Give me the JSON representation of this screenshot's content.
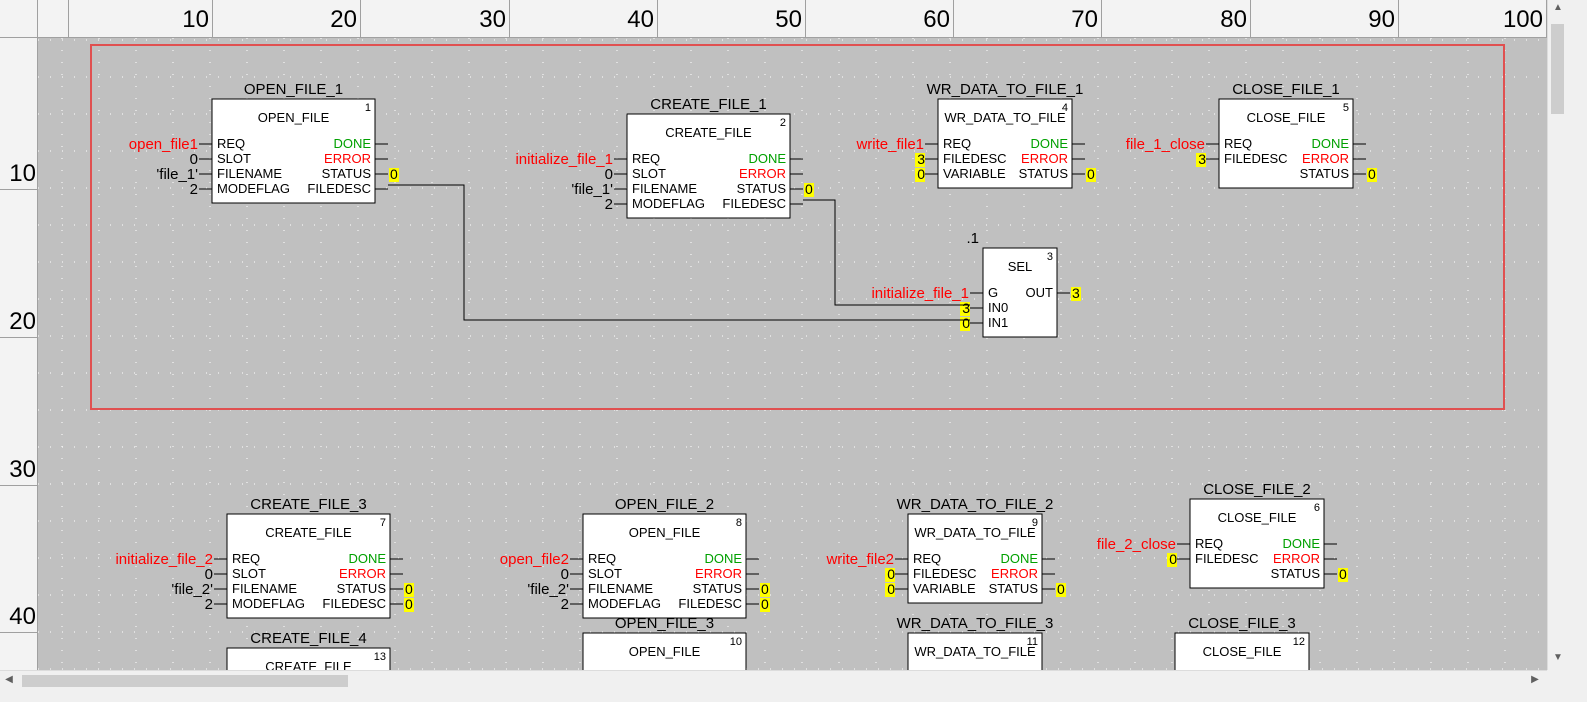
{
  "ruler": {
    "columns": [
      "10",
      "20",
      "30",
      "40",
      "50",
      "60",
      "70",
      "80",
      "90",
      "100"
    ],
    "rows": [
      "10",
      "20",
      "30",
      "40"
    ]
  },
  "colors": {
    "canvas": "#c0c0c0",
    "selection": "#e05050",
    "variable": "#ff0000",
    "done": "#00a000",
    "error": "#ff0000",
    "value_highlight": "#ffff00"
  },
  "blocks": [
    {
      "instance": "OPEN_FILE_1",
      "type": "OPEN_FILE",
      "number": "1",
      "inputs": [
        {
          "pin": "REQ",
          "value": "open_file1",
          "red": true
        },
        {
          "pin": "SLOT",
          "value": "0"
        },
        {
          "pin": "FILENAME",
          "value": "'file_1'"
        },
        {
          "pin": "MODEFLAG",
          "value": "2"
        }
      ],
      "outputs": [
        {
          "pin": "DONE",
          "value": "",
          "cls": "done"
        },
        {
          "pin": "ERROR",
          "value": "",
          "cls": "error"
        },
        {
          "pin": "STATUS",
          "value": "0",
          "hl": true
        },
        {
          "pin": "FILEDESC",
          "value": ""
        }
      ]
    },
    {
      "instance": "CREATE_FILE_1",
      "type": "CREATE_FILE",
      "number": "2",
      "inputs": [
        {
          "pin": "REQ",
          "value": "initialize_file_1",
          "red": true
        },
        {
          "pin": "SLOT",
          "value": "0"
        },
        {
          "pin": "FILENAME",
          "value": "'file_1'"
        },
        {
          "pin": "MODEFLAG",
          "value": "2"
        }
      ],
      "outputs": [
        {
          "pin": "DONE",
          "value": "",
          "cls": "done"
        },
        {
          "pin": "ERROR",
          "value": "",
          "cls": "error"
        },
        {
          "pin": "STATUS",
          "value": "0",
          "hl": true
        },
        {
          "pin": "FILEDESC",
          "value": ""
        }
      ]
    },
    {
      "instance": "WR_DATA_TO_FILE_1",
      "type": "WR_DATA_TO_FILE",
      "number": "4",
      "inputs": [
        {
          "pin": "REQ",
          "value": "write_file1",
          "red": true
        },
        {
          "pin": "FILEDESC",
          "value": "3",
          "hl": true
        },
        {
          "pin": "VARIABLE",
          "value": "0",
          "hl": true
        }
      ],
      "outputs": [
        {
          "pin": "DONE",
          "value": "",
          "cls": "done"
        },
        {
          "pin": "ERROR",
          "value": "",
          "cls": "error"
        },
        {
          "pin": "STATUS",
          "value": "0",
          "hl": true
        }
      ]
    },
    {
      "instance": "CLOSE_FILE_1",
      "type": "CLOSE_FILE",
      "number": "5",
      "inputs": [
        {
          "pin": "REQ",
          "value": "file_1_close",
          "red": true
        },
        {
          "pin": "FILEDESC",
          "value": "3",
          "hl": true
        }
      ],
      "outputs": [
        {
          "pin": "DONE",
          "value": "",
          "cls": "done"
        },
        {
          "pin": "ERROR",
          "value": "",
          "cls": "error"
        },
        {
          "pin": "STATUS",
          "value": "0",
          "hl": true
        }
      ]
    },
    {
      "instance": ".1",
      "type": "SEL",
      "number": "3",
      "inputs": [
        {
          "pin": "G",
          "value": "initialize_file_1",
          "red": true
        },
        {
          "pin": "IN0",
          "value": "3",
          "hl": true
        },
        {
          "pin": "IN1",
          "value": "0",
          "hl": true
        }
      ],
      "outputs": [
        {
          "pin": "OUT",
          "value": "3",
          "hl": true
        }
      ]
    },
    {
      "instance": "CREATE_FILE_3",
      "type": "CREATE_FILE",
      "number": "7",
      "inputs": [
        {
          "pin": "REQ",
          "value": "initialize_file_2",
          "red": true
        },
        {
          "pin": "SLOT",
          "value": "0"
        },
        {
          "pin": "FILENAME",
          "value": "'file_2'"
        },
        {
          "pin": "MODEFLAG",
          "value": "2"
        }
      ],
      "outputs": [
        {
          "pin": "DONE",
          "value": "",
          "cls": "done"
        },
        {
          "pin": "ERROR",
          "value": "",
          "cls": "error"
        },
        {
          "pin": "STATUS",
          "value": "0",
          "hl": true
        },
        {
          "pin": "FILEDESC",
          "value": "0",
          "hl": true
        }
      ]
    },
    {
      "instance": "OPEN_FILE_2",
      "type": "OPEN_FILE",
      "number": "8",
      "inputs": [
        {
          "pin": "REQ",
          "value": "open_file2",
          "red": true
        },
        {
          "pin": "SLOT",
          "value": "0"
        },
        {
          "pin": "FILENAME",
          "value": "'file_2'"
        },
        {
          "pin": "MODEFLAG",
          "value": "2"
        }
      ],
      "outputs": [
        {
          "pin": "DONE",
          "value": "",
          "cls": "done"
        },
        {
          "pin": "ERROR",
          "value": "",
          "cls": "error"
        },
        {
          "pin": "STATUS",
          "value": "0",
          "hl": true
        },
        {
          "pin": "FILEDESC",
          "value": "0",
          "hl": true
        }
      ]
    },
    {
      "instance": "WR_DATA_TO_FILE_2",
      "type": "WR_DATA_TO_FILE",
      "number": "9",
      "inputs": [
        {
          "pin": "REQ",
          "value": "write_file2",
          "red": true
        },
        {
          "pin": "FILEDESC",
          "value": "0",
          "hl": true
        },
        {
          "pin": "VARIABLE",
          "value": "0",
          "hl": true
        }
      ],
      "outputs": [
        {
          "pin": "DONE",
          "value": "",
          "cls": "done"
        },
        {
          "pin": "ERROR",
          "value": "",
          "cls": "error"
        },
        {
          "pin": "STATUS",
          "value": "0",
          "hl": true
        }
      ]
    },
    {
      "instance": "CLOSE_FILE_2",
      "type": "CLOSE_FILE",
      "number": "6",
      "inputs": [
        {
          "pin": "REQ",
          "value": "file_2_close",
          "red": true
        },
        {
          "pin": "FILEDESC",
          "value": "0",
          "hl": true
        }
      ],
      "outputs": [
        {
          "pin": "DONE",
          "value": "",
          "cls": "done"
        },
        {
          "pin": "ERROR",
          "value": "",
          "cls": "error"
        },
        {
          "pin": "STATUS",
          "value": "0",
          "hl": true
        }
      ]
    },
    {
      "instance": "CREATE_FILE_4",
      "type": "CREATE_FILE",
      "number": "13",
      "inputs": [],
      "outputs": []
    },
    {
      "instance": "OPEN_FILE_3",
      "type": "OPEN_FILE",
      "number": "10",
      "inputs": [],
      "outputs": []
    },
    {
      "instance": "WR_DATA_TO_FILE_3",
      "type": "WR_DATA_TO_FILE",
      "number": "11",
      "inputs": [],
      "outputs": []
    },
    {
      "instance": "CLOSE_FILE_3",
      "type": "CLOSE_FILE",
      "number": "12",
      "inputs": [],
      "outputs": []
    }
  ]
}
